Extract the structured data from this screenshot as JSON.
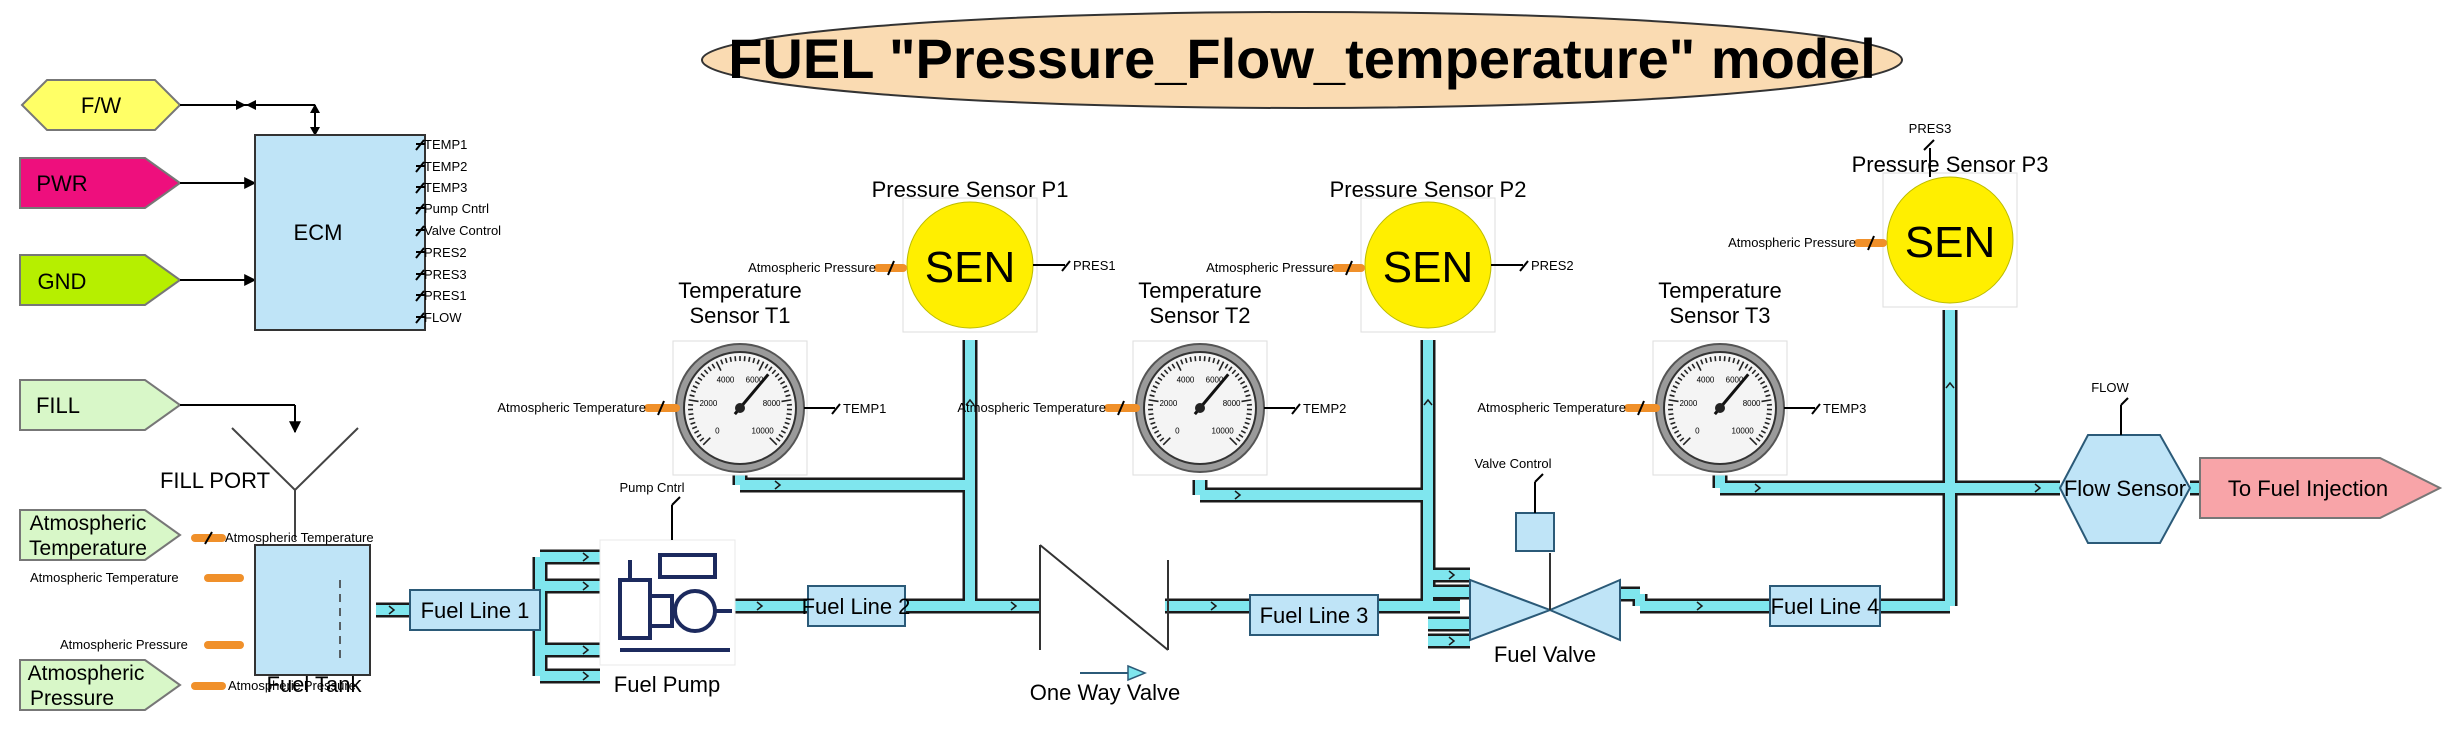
{
  "title": "FUEL \"Pressure_Flow_temperature\" model",
  "ports": {
    "fw": "F/W",
    "pwr": "PWR",
    "gnd": "GND",
    "fill": "FILL",
    "atm_temp": [
      "Atmospheric",
      "Temperature"
    ],
    "atm_pres": [
      "Atmospheric",
      "Pressure"
    ]
  },
  "ecm": {
    "label": "ECM",
    "outputs": [
      "TEMP1",
      "TEMP2",
      "TEMP3",
      "Pump Cntrl",
      "Valve Control",
      "PRES2",
      "PRES3",
      "PRES1",
      "FLOW"
    ]
  },
  "fill_port": "FILL PORT",
  "fuel_tank": {
    "label": "Fuel Tank",
    "in_temp_top": "Atmospheric Temperature",
    "in_temp_left": "Atmospheric Temperature",
    "in_pres_left": "Atmospheric Pressure",
    "in_pres_bottom": "Atmospheric Pressure"
  },
  "fuel_lines": [
    "Fuel Line 1",
    "Fuel Line 2",
    "Fuel Line 3",
    "Fuel Line 4"
  ],
  "fuel_pump": {
    "label": "Fuel Pump",
    "control": "Pump Cntrl"
  },
  "one_way_valve": "One Way Valve",
  "fuel_valve": {
    "label": "Fuel Valve",
    "control": "Valve Control"
  },
  "flow_sensor": {
    "label": "Flow Sensor",
    "output": "FLOW"
  },
  "to_fuel_injection": "To Fuel Injection",
  "pressure_sensors": [
    {
      "title": "Pressure Sensor P1",
      "sen": "SEN",
      "input": "Atmospheric Pressure",
      "output": "PRES1"
    },
    {
      "title": "Pressure Sensor P2",
      "sen": "SEN",
      "input": "Atmospheric Pressure",
      "output": "PRES2"
    },
    {
      "title": "Pressure Sensor P3",
      "sen": "SEN",
      "input": "Atmospheric Pressure",
      "output": "PRES3"
    }
  ],
  "temperature_sensors": [
    {
      "title": [
        "Temperature",
        "Sensor T1"
      ],
      "input": "Atmospheric Temperature",
      "output": "TEMP1"
    },
    {
      "title": [
        "Temperature",
        "Sensor T2"
      ],
      "input": "Atmospheric Temperature",
      "output": "TEMP2"
    },
    {
      "title": [
        "Temperature",
        "Sensor T3"
      ],
      "input": "Atmospheric Temperature",
      "output": "TEMP3"
    }
  ],
  "gauge_scale": [
    "0",
    "2000",
    "4000",
    "6000",
    "8000",
    "10000"
  ],
  "colors": {
    "ecm_fill": "#bfe4f7",
    "sensor_yellow": "#ffef00",
    "fw_port": "#ffff66",
    "pwr_port": "#ee0f7d",
    "gnd_port": "#b6ef00",
    "fill_port": "#d8f7c8",
    "to_injection": "#f8a4a8",
    "title_oval": "#fadbb2",
    "pipe": "#7fe6ee",
    "connector": "#f0902a"
  }
}
